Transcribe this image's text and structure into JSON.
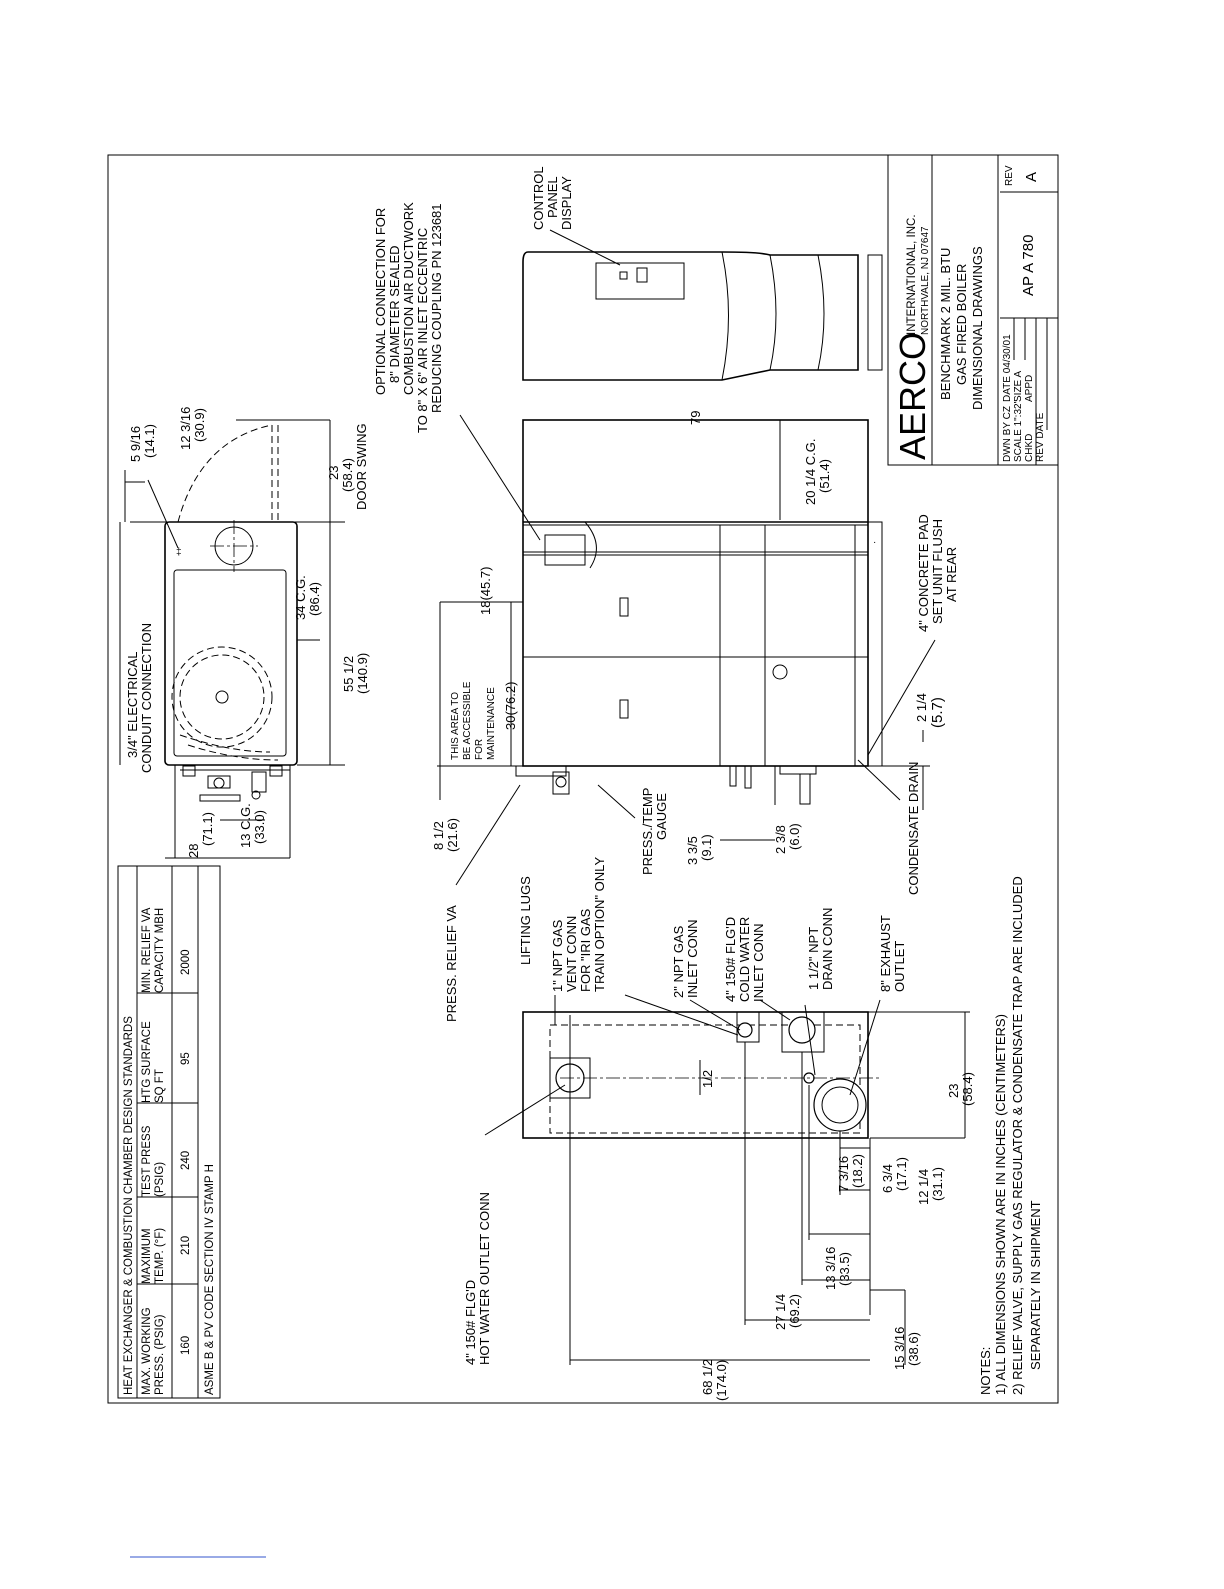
{
  "design_table": {
    "title": "HEAT EXCHANGER & COMBUSTION CHAMBER DESIGN STANDARDS",
    "headers": [
      [
        "MAX. WORKING",
        "PRESS. (PSIG)"
      ],
      [
        "MAXIMUM",
        "TEMP. (°F)"
      ],
      [
        "TEST PRESS",
        "(PSIG)"
      ],
      [
        "HTG SURFACE",
        "SQ FT"
      ],
      [
        "MIN. RELIEF VA",
        "CAPACITY MBH"
      ]
    ],
    "values": [
      "160",
      "210",
      "240",
      "95",
      "2000"
    ],
    "code": "ASME B & PV CODE SECTION IV STAMP H"
  },
  "notes": {
    "title": "NOTES:",
    "items": [
      "1) ALL DIMENSIONS SHOWN ARE IN INCHES (CENTIMETERS)",
      "2) RELIEF VALVE, SUPPLY GAS REGULATOR & CONDENSATE TRAP ARE INCLUDED",
      "SEPARATELY IN SHIPMENT"
    ]
  },
  "title_block": {
    "company": "AERCO",
    "company_full": "INTERNATIONAL, INC.",
    "address": "NORTHVALE, NJ 07647",
    "title_lines": [
      "BENCHMARK 2 MIL. BTU",
      "GAS FIRED BOILER",
      "DIMENSIONAL DRAWINGS"
    ],
    "dwn": "DWN BY CZ",
    "date": "DATE 04/30/01",
    "scale": "SCALE 1\":32\"",
    "size": "SIZE A",
    "chkd": "CHKD",
    "appd": "APPD",
    "rev_date": "REV DATE",
    "drawing_no": "AP A 780",
    "rev_label": "REV",
    "rev": "A"
  },
  "top_view": {
    "electrical": [
      "3/4\" ELECTRICAL",
      "CONDUIT CONNECTION"
    ],
    "dim_width": [
      "55 1/2",
      "(140.9)"
    ],
    "dim_cg": [
      "34 C.G.",
      "(86.4)"
    ],
    "dim_door": [
      "23",
      "(58.4)",
      "DOOR SWING"
    ],
    "dim_top1": [
      "5 9/16",
      "(14.1)"
    ],
    "dim_top2": [
      "12 3/16",
      "(30.9)"
    ],
    "dim_depth": [
      "28",
      "(71.1)"
    ],
    "dim_cg2": [
      "13 C.G.",
      "(33.0)"
    ]
  },
  "side_view": {
    "optional": [
      "OPTIONAL CONNECTION FOR",
      "8\" DIAMETER SEALED",
      "COMBUSTION AIR DUCTWORK",
      "TO 8\" X 6\" AIR INLET ECCENTRIC",
      "REDUCING COUPLING PN 123681"
    ],
    "dim_length": "79",
    "dim_cg": [
      "20 1/4 C.G.",
      "(51.4)"
    ],
    "dim_18": "18(45.7)",
    "maintenance": [
      "THIS AREA TO",
      "BE ACCESSIBLE",
      "FOR",
      "MAINTENANCE"
    ],
    "dim_30": "30(76.2)",
    "concrete": [
      "4\" CONCRETE PAD",
      "SET UNIT FLUSH",
      "AT REAR"
    ],
    "dim_pad": [
      "2 1/4",
      "(5.7)"
    ],
    "condensate": "CONDENSATE DRAIN",
    "dim_238": [
      "2 3/8",
      "(6.0)"
    ],
    "dim_335": [
      "3 3/5",
      "(9.1)"
    ],
    "gauge": [
      "PRESS./TEMP",
      "GAUGE"
    ],
    "dim_812": [
      "8 1/2",
      "(21.6)"
    ],
    "relief": "PRESS. RELIEF VA"
  },
  "front_view": {
    "control": [
      "CONTROL",
      "PANEL",
      "DISPLAY"
    ]
  },
  "rear_view": {
    "lifting": "LIFTING LUGS",
    "vent": [
      "1\" NPT GAS",
      "VENT CONN",
      "FOR \"IRI GAS",
      "TRAIN OPTION\" ONLY"
    ],
    "gas_inlet": [
      "2\" NPT GAS",
      "INLET CONN"
    ],
    "cold": [
      "4\" 150# FLG'D",
      "COLD WATER",
      "INLET CONN"
    ],
    "drain": [
      "1 1/2\" NPT",
      "DRAIN CONN"
    ],
    "exhaust": [
      "8\" EXHAUST",
      "OUTLET"
    ],
    "hot": [
      "4\" 150# FLG'D",
      "HOT WATER OUTLET CONN"
    ],
    "dim_half": "1/2",
    "dim_23": [
      "23",
      "(58.4)"
    ],
    "dim_7316": [
      "7 3/16",
      "(18.2)"
    ],
    "dim_634": [
      "6 3/4",
      "(17.1)"
    ],
    "dim_1214": [
      "12 1/4",
      "(31.1)"
    ],
    "dim_13316": [
      "13 3/16",
      "(33.5)"
    ],
    "dim_2714": [
      "27 1/4",
      "(69.2)"
    ],
    "dim_15316": [
      "15 3/16",
      "(38.6)"
    ],
    "dim_6812": [
      "68 1/2",
      "(174.0)"
    ]
  },
  "colors": {
    "line": "#000000",
    "paper": "#ffffff"
  }
}
